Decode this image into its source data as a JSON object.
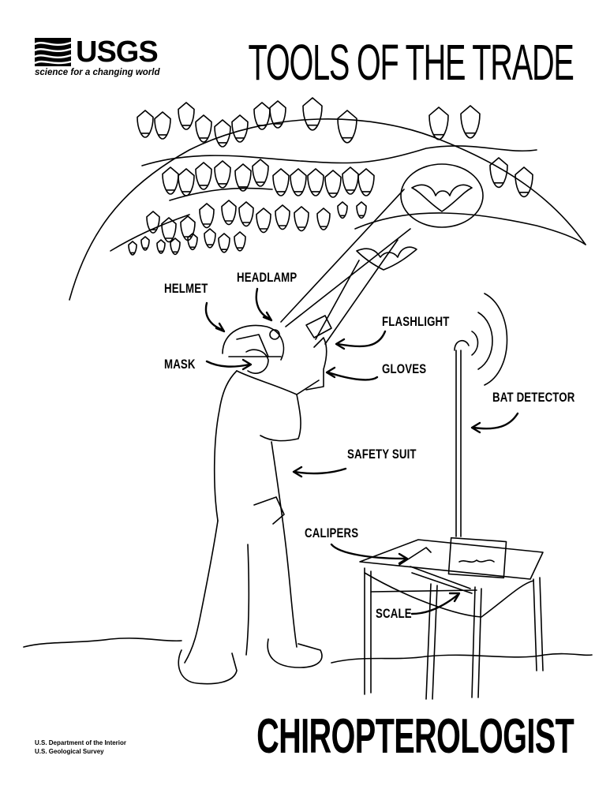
{
  "logo": {
    "name": "USGS",
    "tagline": "science for a changing world"
  },
  "title": "TOOLS OF THE TRADE",
  "labels": {
    "helmet": "HELMET",
    "headlamp": "HEADLAMP",
    "flashlight": "FLASHLIGHT",
    "mask": "MASK",
    "gloves": "GLOVES",
    "bat_detector": "BAT DETECTOR",
    "safety_suit": "SAFETY SUIT",
    "calipers": "CALIPERS",
    "scale": "SCALE"
  },
  "footer": {
    "line1": "U.S. Department of the Interior",
    "line2": "U.S. Geological Survey"
  },
  "career": "CHIROPTEROLOGIST",
  "icons": {
    "arrow": "arrow-icon",
    "bat": "bat-icon"
  },
  "colors": {
    "ink": "#000000",
    "paper": "#ffffff"
  }
}
